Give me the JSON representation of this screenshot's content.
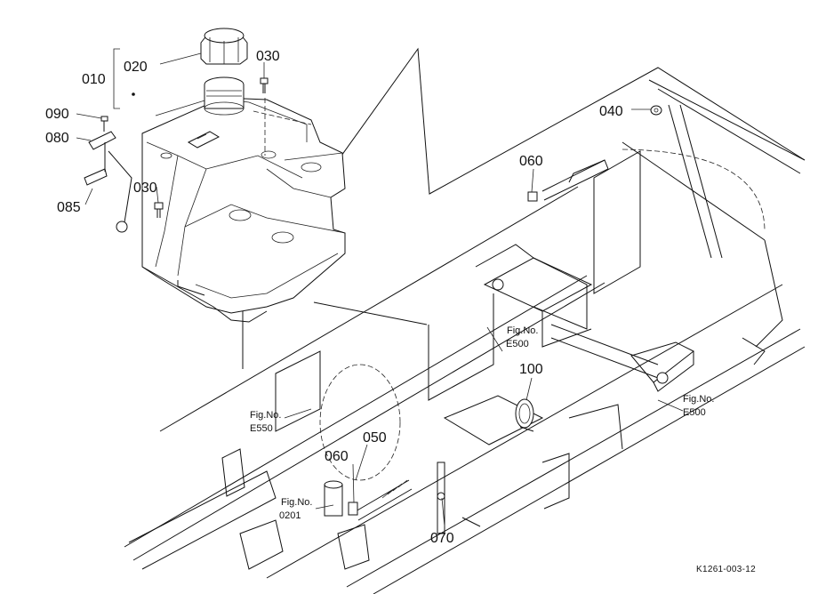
{
  "diagram": {
    "part_labels": {
      "p010": "010",
      "p020": "020",
      "p030a": "030",
      "p030b": "030",
      "p040": "040",
      "p050": "050",
      "p060a": "060",
      "p060b": "060",
      "p070": "070",
      "p080": "080",
      "p085": "085",
      "p090": "090",
      "p100": "100"
    },
    "figure_refs": {
      "e500a": {
        "line1": "Fig.No.",
        "line2": "E500"
      },
      "e500b": {
        "line1": "Fig.No.",
        "line2": "E500"
      },
      "e550": {
        "line1": "Fig.No.",
        "line2": "E550"
      },
      "f0201": {
        "line1": "Fig.No.",
        "line2": "0201"
      }
    },
    "drawing_code": "K1261-003-12"
  }
}
